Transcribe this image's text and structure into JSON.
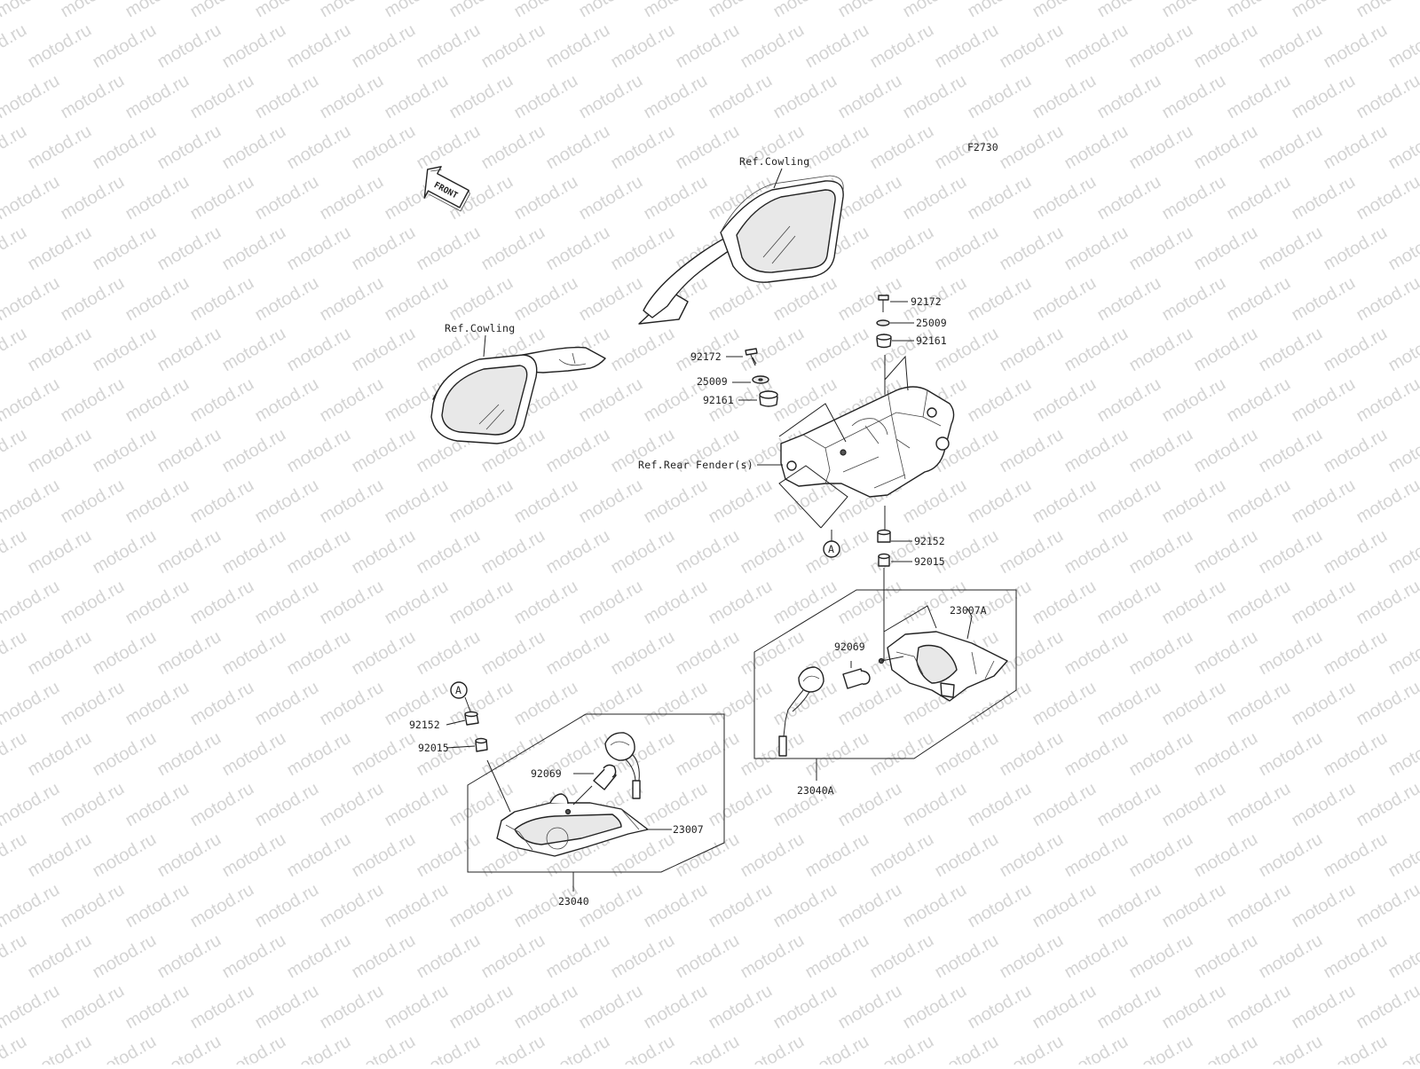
{
  "watermark": "motod.ru",
  "figure_code": "F2730",
  "front_arrow_label": "FRONT",
  "refs": {
    "cowling_right": "Ref.Cowling",
    "cowling_left": "Ref.Cowling",
    "rear_fender": "Ref.Rear Fender(s)"
  },
  "callout_letter": "A",
  "parts": {
    "p92172_a": "92172",
    "p25009_a": "25009",
    "p92161_a": "92161",
    "p92172_b": "92172",
    "p25009_b": "25009",
    "p92161_b": "92161",
    "p92152_a": "92152",
    "p92015_a": "92015",
    "p23007A": "23007A",
    "p92069_a": "92069",
    "p23040A": "23040A",
    "p92152_b": "92152",
    "p92015_b": "92015",
    "p92069_b": "92069",
    "p23007": "23007",
    "p23040": "23040"
  }
}
